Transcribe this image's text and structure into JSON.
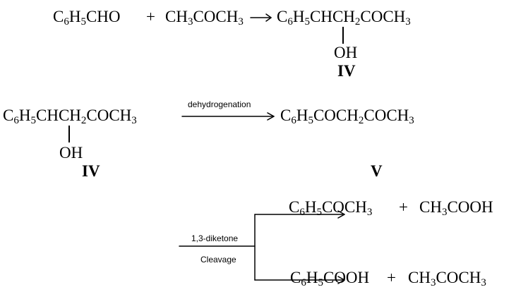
{
  "reaction1": {
    "benzaldehyde": [
      "C",
      "6",
      "H",
      "5",
      "CHO"
    ],
    "plus": "+",
    "acetone": [
      "CH",
      "3",
      "COCH",
      "3"
    ],
    "product_pre": [
      "C",
      "6",
      "H",
      "5",
      "C"
    ],
    "product_ch": "H",
    "product_post": [
      "CH",
      "2",
      "COCH",
      "3"
    ],
    "oh": "OH",
    "label": "IV"
  },
  "reaction2": {
    "reactant_pre": [
      "C",
      "6",
      "H",
      "5",
      "C"
    ],
    "reactant_ch": "H",
    "reactant_post": [
      "CH",
      "2",
      "COCH",
      "3"
    ],
    "oh": "OH",
    "reactant_label": "IV",
    "arrow_label": "dehydrogenation",
    "product": [
      "C",
      "6",
      "H",
      "5",
      "COCH",
      "2",
      "COCH",
      "3"
    ],
    "product_label": "V"
  },
  "reaction3": {
    "arrow_label_top": "1,3-diketone",
    "arrow_label_bottom": "Cleavage",
    "upper_product_a": [
      "C",
      "6",
      "H",
      "5",
      "COCH",
      "3"
    ],
    "upper_plus": "+",
    "upper_product_b": [
      "CH",
      "3",
      "COOH"
    ],
    "lower_product_a_pre": [
      "C",
      "6",
      "H",
      "5"
    ],
    "lower_product_a_c": "C",
    "lower_product_a_post": "OOH",
    "lower_plus": "+",
    "lower_product_b": [
      "CH",
      "3",
      "COCH",
      "3"
    ]
  }
}
